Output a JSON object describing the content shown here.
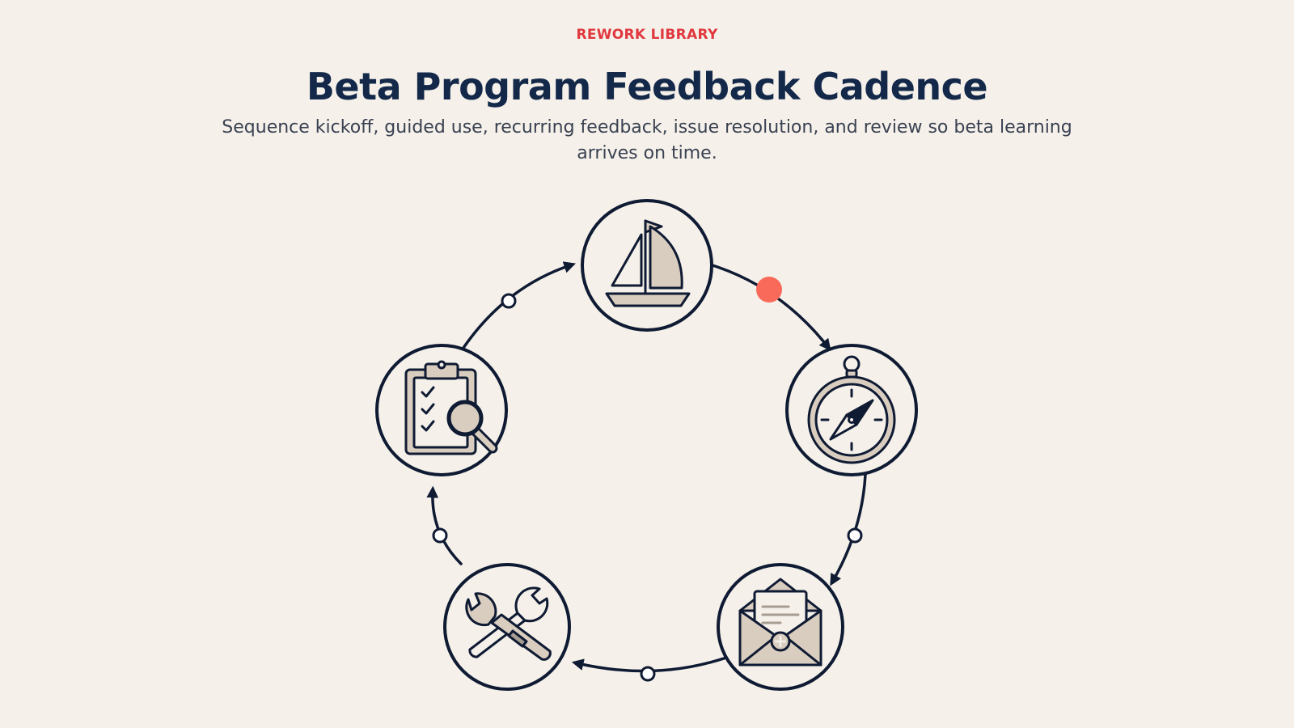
{
  "header": {
    "eyebrow": "REWORK LIBRARY",
    "title": "Beta Program Feedback Cadence",
    "subtitle": "Sequence kickoff, guided use, recurring feedback, issue resolution, and review so beta learning arrives on time."
  },
  "diagram": {
    "type": "cycle",
    "nodes": [
      {
        "icon": "sailboat-icon"
      },
      {
        "icon": "compass-icon"
      },
      {
        "icon": "envelope-icon"
      },
      {
        "icon": "wrench-tools-icon"
      },
      {
        "icon": "clipboard-magnifier-icon"
      }
    ],
    "active_connector": 0
  },
  "colors": {
    "background": "#f5f1ea",
    "ink": "#0f1a33",
    "accent": "#fa6a5a",
    "eyebrow": "#e0383e",
    "fill": "#d9cdbf"
  }
}
